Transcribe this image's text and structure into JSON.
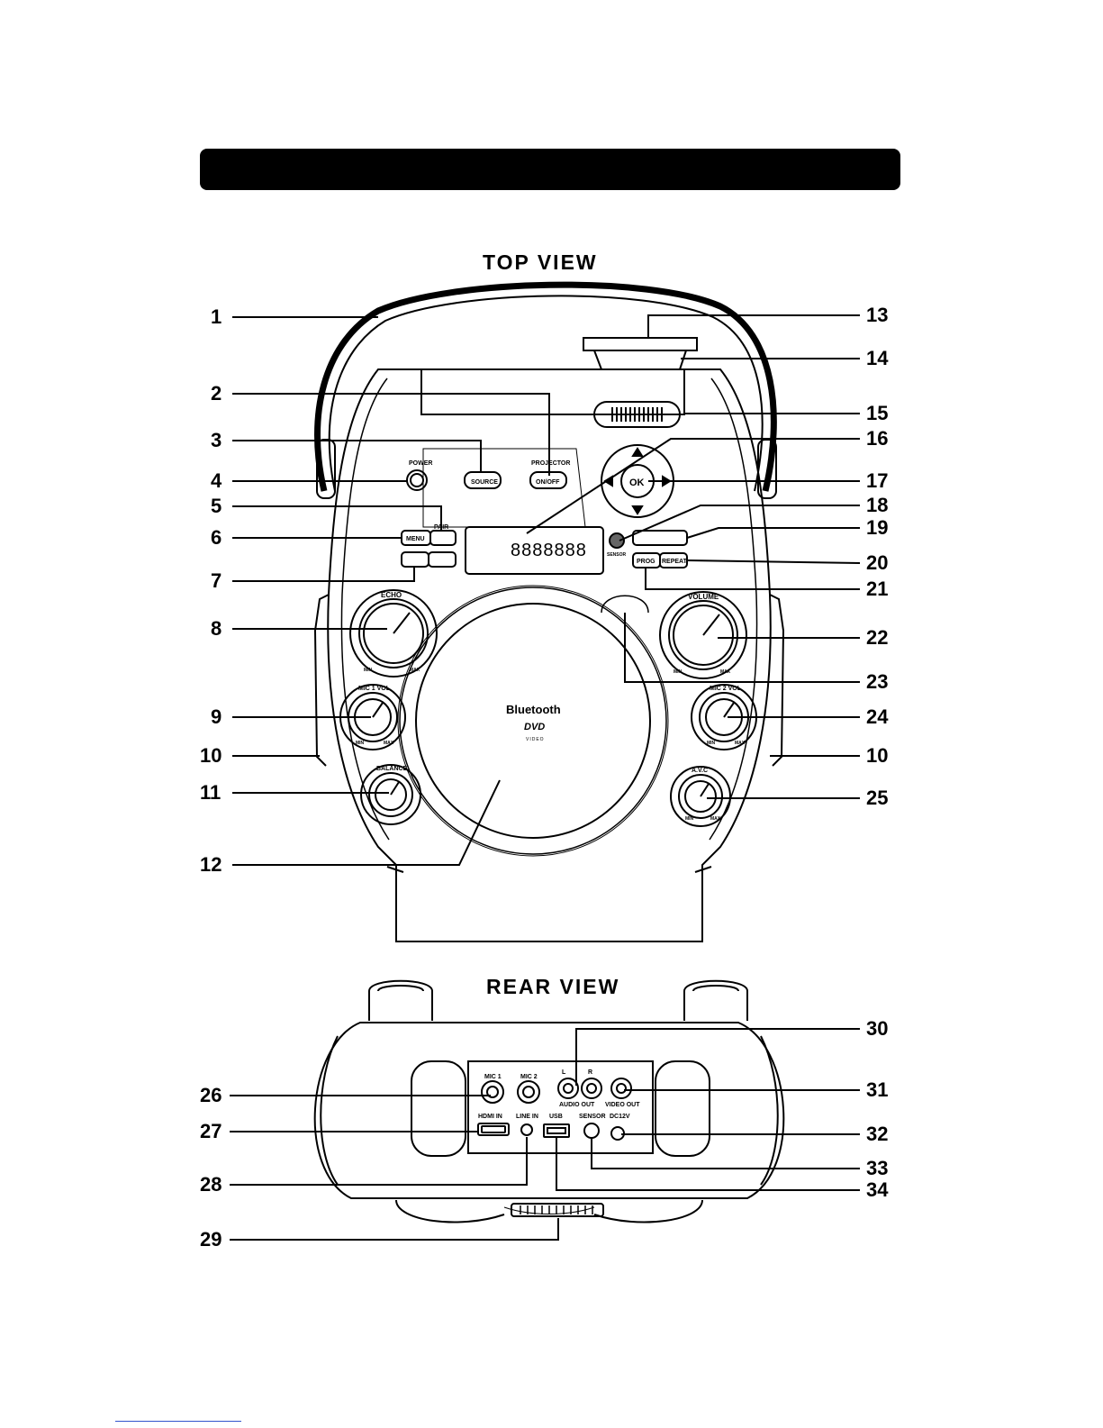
{
  "views": {
    "top": "TOP VIEW",
    "rear": "REAR VIEW"
  },
  "labels": {
    "power": "POWER",
    "projector": "PROJECTOR",
    "source": "SOURCE",
    "on_off": "ON/OFF",
    "ok": "OK",
    "pair": "PAIR",
    "menu": "MENU",
    "sensor": "SENSOR",
    "prog": "PROG",
    "repeat": "REPEAT",
    "echo": "ECHO",
    "volume": "VOLUME",
    "mic1_vol": "MIC 1 VOL",
    "mic2_vol": "MIC 2 VOL",
    "balance": "BALANCE",
    "avc": "A.V.C",
    "min": "MIN",
    "max": "MAX",
    "bluetooth": "Bluetooth",
    "dvd": "DVD",
    "video": "VIDEO",
    "lcd_digits": "8888888",
    "mic1": "MIC 1",
    "mic2": "MIC 2",
    "l": "L",
    "r": "R",
    "audio_out": "AUDIO OUT",
    "video_out": "VIDEO OUT",
    "hdmi_in": "HDMI IN",
    "line_in": "LINE IN",
    "usb": "USB",
    "rear_sensor": "SENSOR",
    "dc12v": "DC12V"
  },
  "callouts_left_top": [
    "1",
    "2",
    "3",
    "4",
    "5",
    "6",
    "7",
    "8",
    "9",
    "10",
    "11",
    "12"
  ],
  "callouts_right_top": [
    "13",
    "14",
    "15",
    "16",
    "17",
    "18",
    "19",
    "20",
    "21",
    "22",
    "23",
    "24",
    "10",
    "25"
  ],
  "callouts_left_rear": [
    "26",
    "27",
    "28",
    "29"
  ],
  "callouts_right_rear": [
    "30",
    "31",
    "32",
    "33",
    "34"
  ]
}
